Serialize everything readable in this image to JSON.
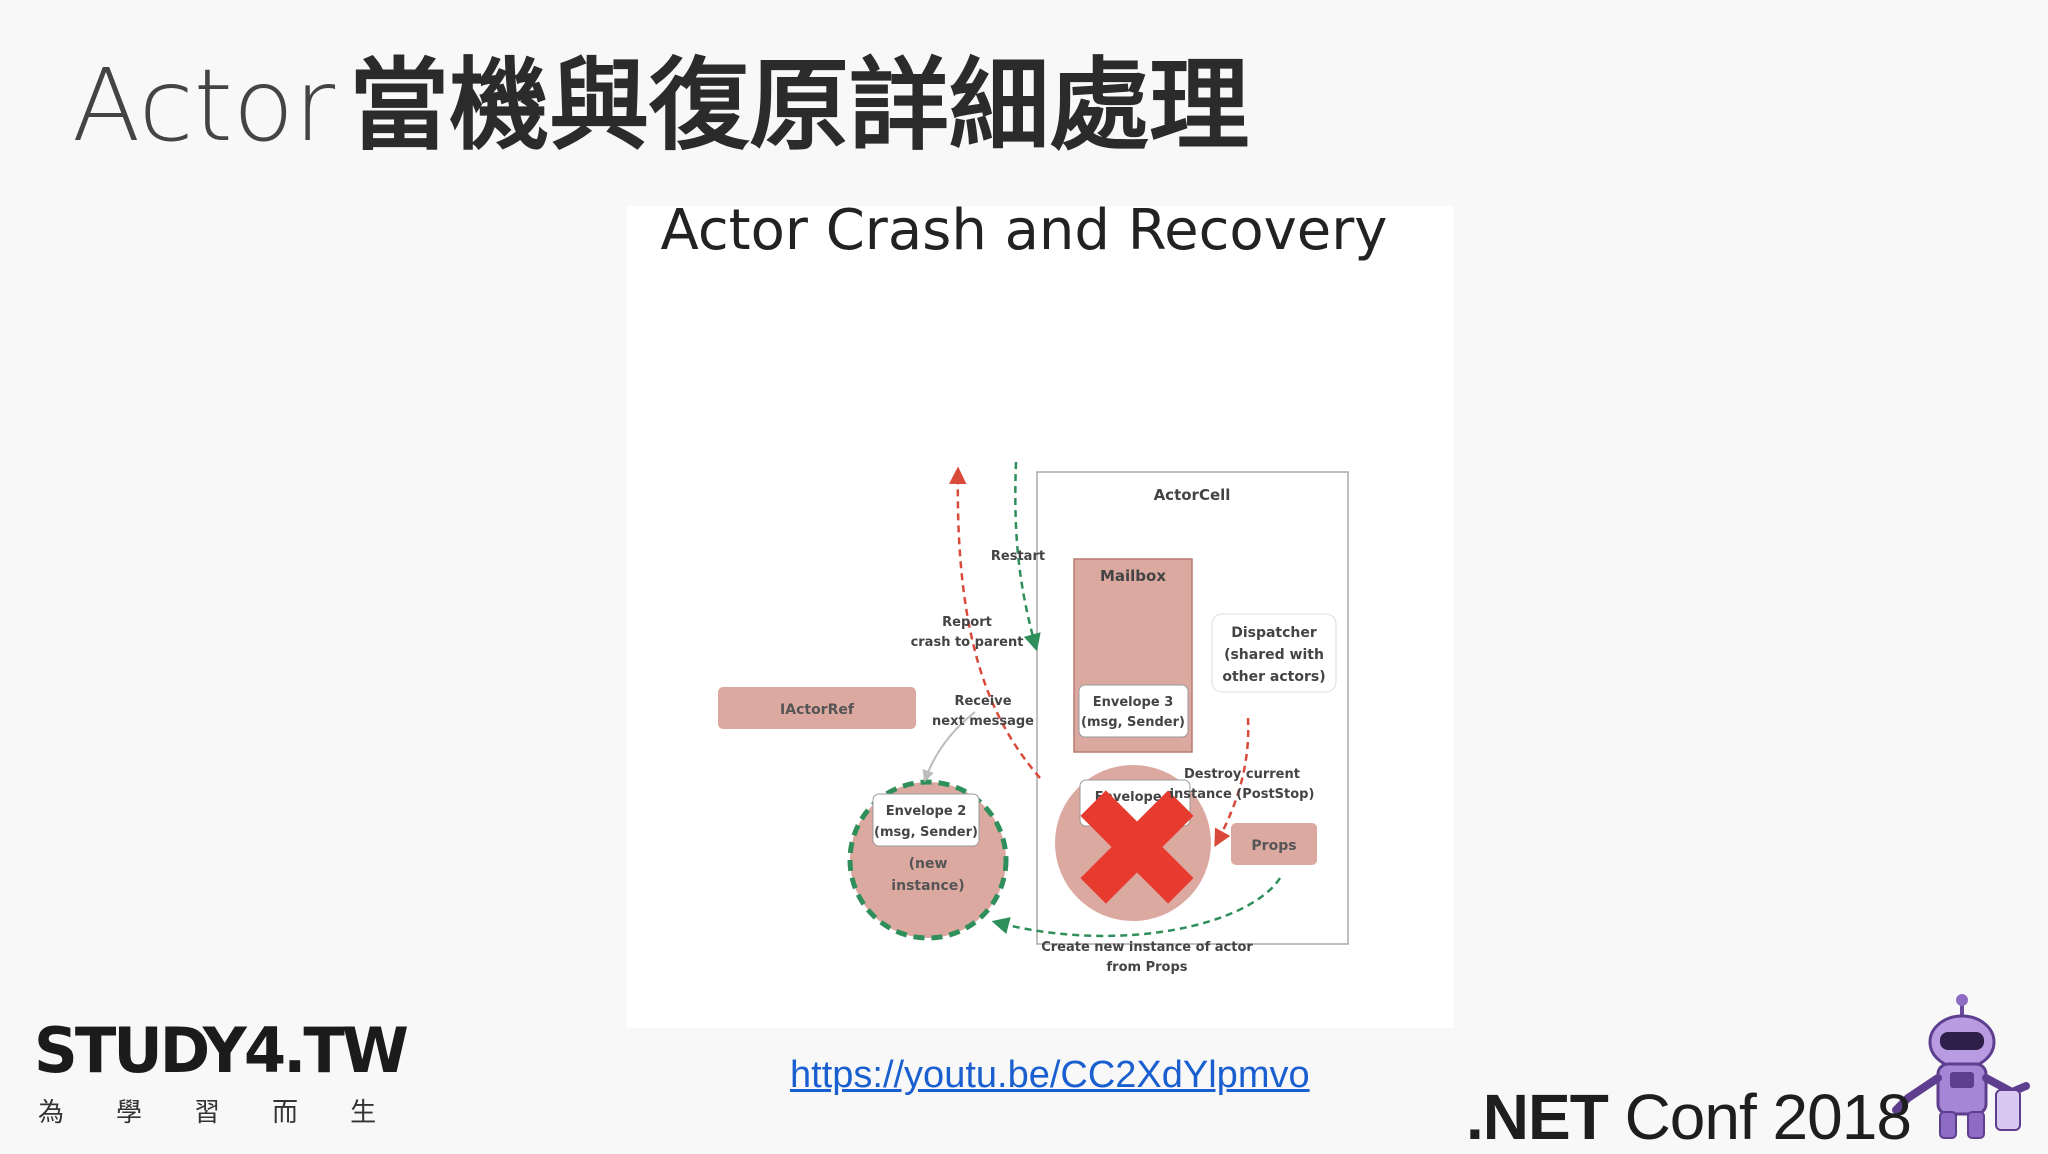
{
  "slide": {
    "title_latin": "Actor",
    "title_cjk": "當機與復原詳細處理",
    "link": "https://youtu.be/CC2XdYlpmvo"
  },
  "diagram": {
    "title": "Actor Crash and Recovery",
    "actorcell": "ActorCell",
    "mailbox": "Mailbox",
    "dispatcher": [
      "Dispatcher",
      "(shared with",
      "other actors)"
    ],
    "envelope3": [
      "Envelope 3",
      "(msg, Sender)"
    ],
    "envelope1": "Envelope 1",
    "iactorref": "IActorRef",
    "envelope2": [
      "Envelope 2",
      "(msg, Sender)"
    ],
    "new_instance": [
      "(new",
      "instance)"
    ],
    "props": "Props",
    "restart": "Restart",
    "report": [
      "Report",
      "crash to parent"
    ],
    "receive": [
      "Receive",
      "next message"
    ],
    "destroy": [
      "Destroy current",
      "instance (PostStop)"
    ],
    "create": [
      "Create new instance of actor",
      "from Props"
    ]
  },
  "footer": {
    "study4_word": "STUDY4.TW",
    "study4_motto": [
      "為",
      "學",
      "習",
      "而",
      "生"
    ],
    "netconf_net": ".NET",
    "netconf_rest": " Conf 2018"
  },
  "colors": {
    "pink_fill": "#dca9a1",
    "red_arrow": "#d94a3a",
    "green_arrow": "#2f8f5b",
    "cross_red": "#e63b2e",
    "link_blue": "#1a5fd0",
    "mascot_purple": "#8e6cc4"
  }
}
